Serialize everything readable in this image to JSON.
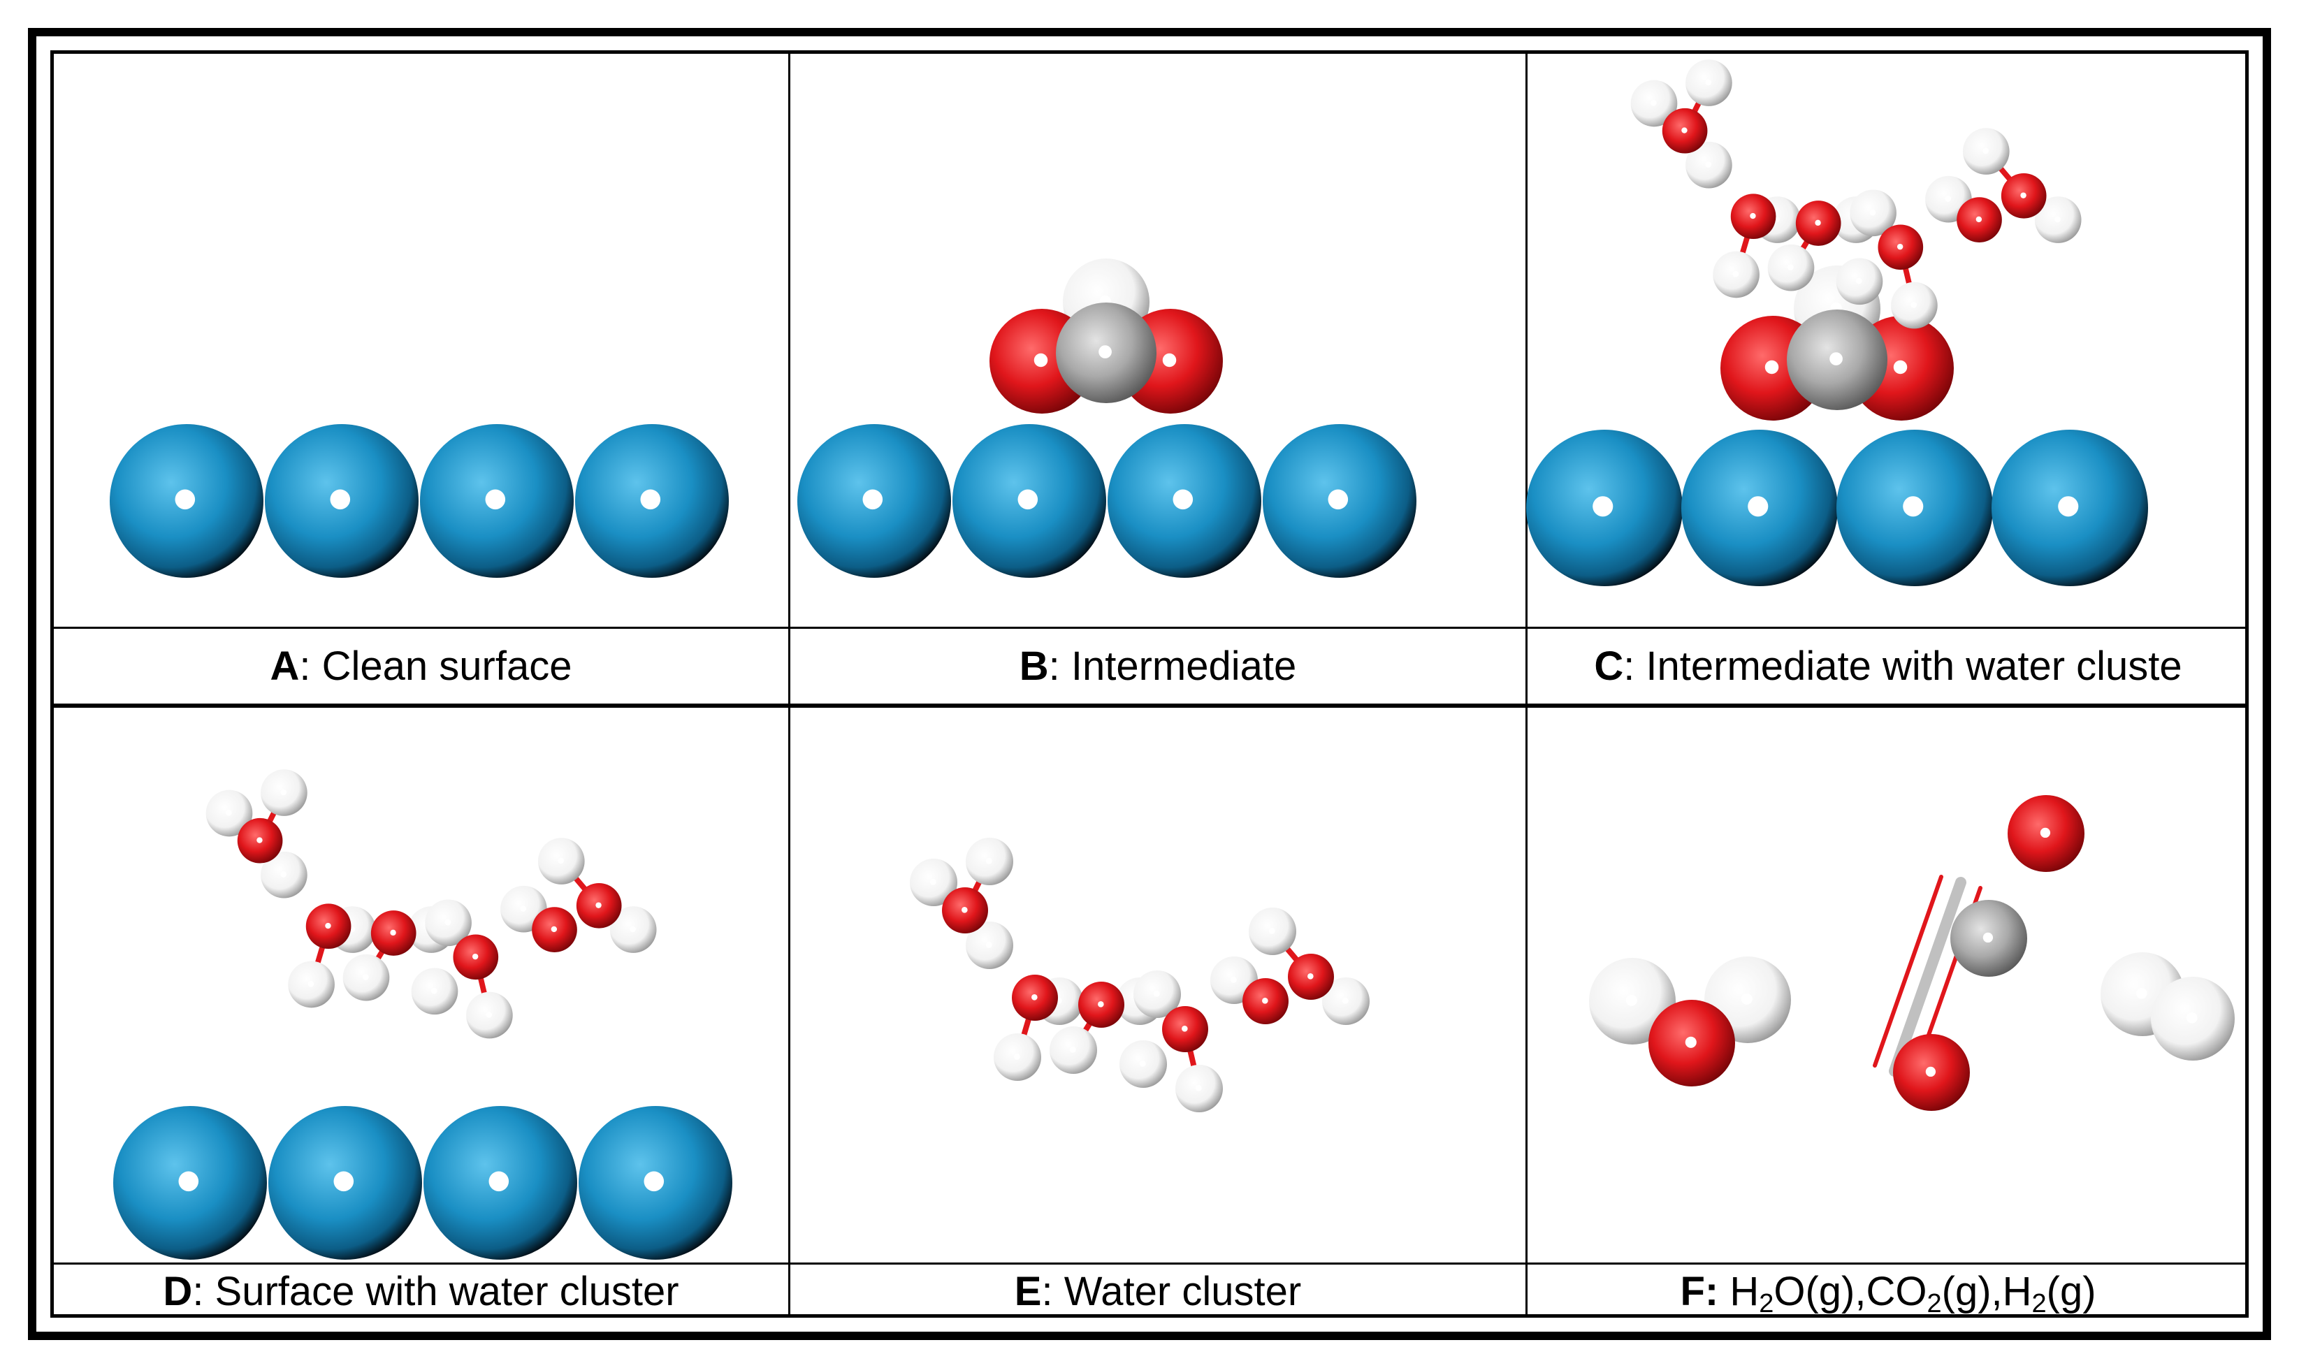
{
  "panels": [
    {
      "id": "A",
      "letter": "A",
      "text": ": Clean surface",
      "surface": true,
      "adsorbate": false,
      "water": false
    },
    {
      "id": "B",
      "letter": "B",
      "text": ": Intermediate",
      "surface": true,
      "adsorbate": true,
      "water": false
    },
    {
      "id": "C",
      "letter": "C",
      "text": ": Intermediate with water cluste",
      "surface": true,
      "adsorbate": true,
      "water": true
    },
    {
      "id": "D",
      "letter": "D",
      "text": ": Surface with water cluster",
      "surface": true,
      "adsorbate": false,
      "water": true
    },
    {
      "id": "E",
      "letter": "E",
      "text": ": Water cluster",
      "surface": false,
      "adsorbate": false,
      "water": true
    },
    {
      "id": "F",
      "letter": "F",
      "text": ":",
      "surface": false,
      "adsorbate": false,
      "water": false
    }
  ],
  "gas_phase_label": {
    "h2o_h": "H",
    "h2o_sub": "2",
    "h2o_rest": "O(g),",
    "co2_co": "CO",
    "co2_sub": "2",
    "co2_rest": "(g),",
    "h2_h": "H",
    "h2_sub": "2",
    "h2_rest": "(g)"
  },
  "colors": {
    "metal_atom": "#1a8fc4",
    "oxygen_atom": "#e0161b",
    "carbon_atom": "#a9a9a9",
    "hydrogen_atom": "#f2f2f2",
    "border": "#000000"
  }
}
